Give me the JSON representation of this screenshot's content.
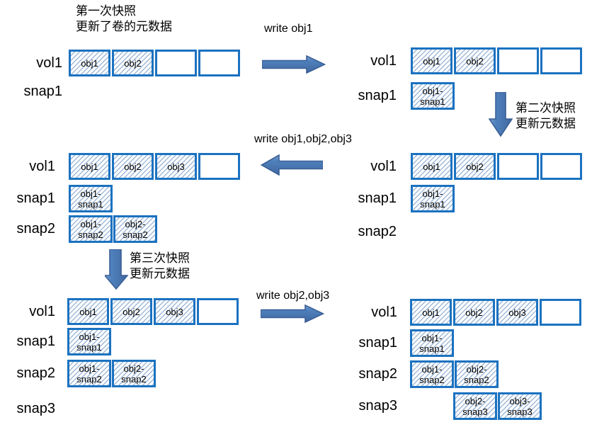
{
  "colors": {
    "box_border": "#1B72C0",
    "hatch_line": "#9FB9D9",
    "arrow_fill": "#4F81BD",
    "arrow_light": "#7FA1D1",
    "arrow_dark": "#41689F",
    "arrow_border": "#3A5F96",
    "text": "#000000"
  },
  "annotations": [
    {
      "id": "first-snapshot-note",
      "lines": [
        "第一次快照",
        "更新了卷的元数据"
      ]
    },
    {
      "id": "write-obj1-label",
      "lines": [
        "write obj1"
      ]
    },
    {
      "id": "second-snapshot-note",
      "lines": [
        "第二次快照",
        "更新元数据"
      ]
    },
    {
      "id": "write-obj1-obj2-obj3-label",
      "lines": [
        "write obj1,obj2,obj3"
      ]
    },
    {
      "id": "third-snapshot-note",
      "lines": [
        "第三次快照",
        "更新元数据"
      ]
    },
    {
      "id": "write-obj2-obj3-label",
      "lines": [
        "write obj2,obj3"
      ]
    }
  ],
  "arrows": [
    {
      "id": "arrow-right-after-first-snapshot"
    },
    {
      "id": "arrow-down-second-snapshot"
    },
    {
      "id": "arrow-left-write-three-objs"
    },
    {
      "id": "arrow-down-third-snapshot"
    },
    {
      "id": "arrow-right-write-two-objs"
    }
  ],
  "panels": [
    {
      "id": "state-1",
      "rows": [
        {
          "label": "vol1",
          "cells": [
            {
              "text": "obj1",
              "hatched": true
            },
            {
              "text": "obj2",
              "hatched": true
            },
            {
              "text": "",
              "hatched": false
            },
            {
              "text": "",
              "hatched": false
            }
          ]
        },
        {
          "label": "snap1",
          "cells": []
        }
      ]
    },
    {
      "id": "state-2",
      "rows": [
        {
          "label": "vol1",
          "cells": [
            {
              "text": "obj1",
              "hatched": true
            },
            {
              "text": "obj2",
              "hatched": true
            },
            {
              "text": "",
              "hatched": false
            },
            {
              "text": "",
              "hatched": false
            }
          ]
        },
        {
          "label": "snap1",
          "cells": [
            {
              "text": "obj1-\nsnap1",
              "hatched": true
            }
          ]
        }
      ]
    },
    {
      "id": "state-3",
      "rows": [
        {
          "label": "vol1",
          "cells": [
            {
              "text": "obj1",
              "hatched": true
            },
            {
              "text": "obj2",
              "hatched": true
            },
            {
              "text": "",
              "hatched": false
            },
            {
              "text": "",
              "hatched": false
            }
          ]
        },
        {
          "label": "snap1",
          "cells": [
            {
              "text": "obj1-\nsnap1",
              "hatched": true
            }
          ]
        },
        {
          "label": "snap2",
          "cells": []
        }
      ]
    },
    {
      "id": "state-4",
      "rows": [
        {
          "label": "vol1",
          "cells": [
            {
              "text": "obj1",
              "hatched": true
            },
            {
              "text": "obj2",
              "hatched": true
            },
            {
              "text": "obj3",
              "hatched": true
            },
            {
              "text": "",
              "hatched": false
            }
          ]
        },
        {
          "label": "snap1",
          "cells": [
            {
              "text": "obj1-\nsnap1",
              "hatched": true
            }
          ]
        },
        {
          "label": "snap2",
          "cells": [
            {
              "text": "obj1-\nsnap2",
              "hatched": true
            },
            {
              "text": "obj2-\nsnap2",
              "hatched": true
            }
          ]
        }
      ]
    },
    {
      "id": "state-5",
      "rows": [
        {
          "label": "vol1",
          "cells": [
            {
              "text": "obj1",
              "hatched": true
            },
            {
              "text": "obj2",
              "hatched": true
            },
            {
              "text": "obj3",
              "hatched": true
            },
            {
              "text": "",
              "hatched": false
            }
          ]
        },
        {
          "label": "snap1",
          "cells": [
            {
              "text": "obj1-\nsnap1",
              "hatched": true
            }
          ]
        },
        {
          "label": "snap2",
          "cells": [
            {
              "text": "obj1-\nsnap2",
              "hatched": true
            },
            {
              "text": "obj2-\nsnap2",
              "hatched": true
            }
          ]
        },
        {
          "label": "snap3",
          "cells": []
        }
      ]
    },
    {
      "id": "state-6",
      "rows": [
        {
          "label": "vol1",
          "cells": [
            {
              "text": "obj1",
              "hatched": true
            },
            {
              "text": "obj2",
              "hatched": true
            },
            {
              "text": "obj3",
              "hatched": true
            },
            {
              "text": "",
              "hatched": false
            }
          ]
        },
        {
          "label": "snap1",
          "cells": [
            {
              "text": "obj1-\nsnap1",
              "hatched": true
            }
          ]
        },
        {
          "label": "snap2",
          "cells": [
            {
              "text": "obj1-\nsnap2",
              "hatched": true
            },
            {
              "text": "obj2-\nsnap2",
              "hatched": true
            }
          ]
        },
        {
          "label": "snap3",
          "cells": [
            {
              "text": "obj2-\nsnap3",
              "hatched": true
            },
            {
              "text": "obj3-\nsnap3",
              "hatched": true
            }
          ]
        }
      ]
    }
  ]
}
